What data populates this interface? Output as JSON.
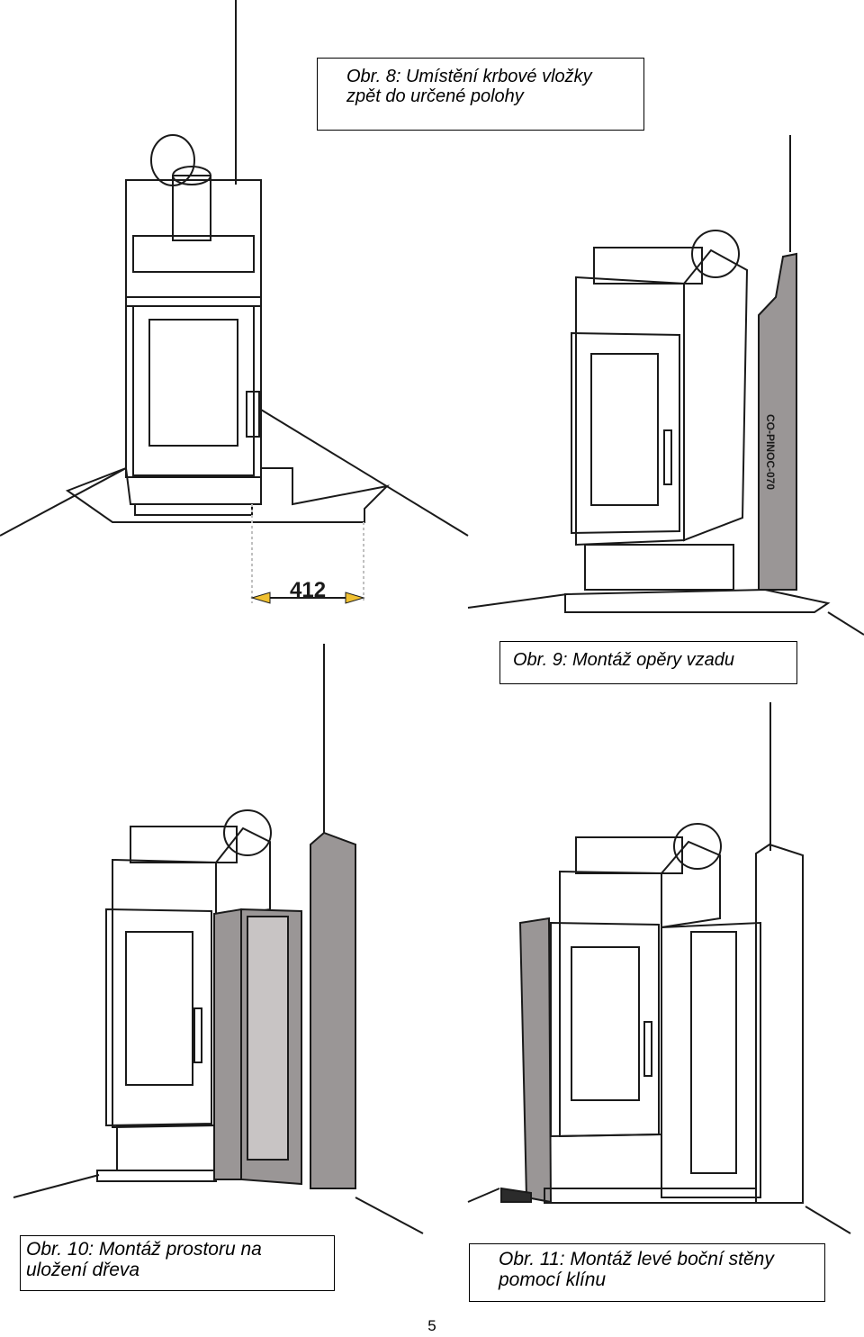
{
  "figures": {
    "fig8": {
      "caption_line1": "Obr. 8: Umístění krbové vložky",
      "caption_line2": "zpět do určené polohy",
      "dimension_label": "412"
    },
    "fig9": {
      "caption": "Obr. 9: Montáž opěry vzadu",
      "panel_marking": "CO-PINOC-070"
    },
    "fig10": {
      "caption_line1": "Obr. 10: Montáž prostoru na",
      "caption_line2": "uložení dřeva"
    },
    "fig11": {
      "caption_line1": "Obr. 11: Montáž levé boční stěny",
      "caption_line2": "pomocí klínu"
    }
  },
  "page": {
    "number": "5"
  },
  "colors": {
    "line": "#1a1a1a",
    "panel_fill": "#9a9696",
    "dimension": "#e03030",
    "background": "#ffffff"
  }
}
